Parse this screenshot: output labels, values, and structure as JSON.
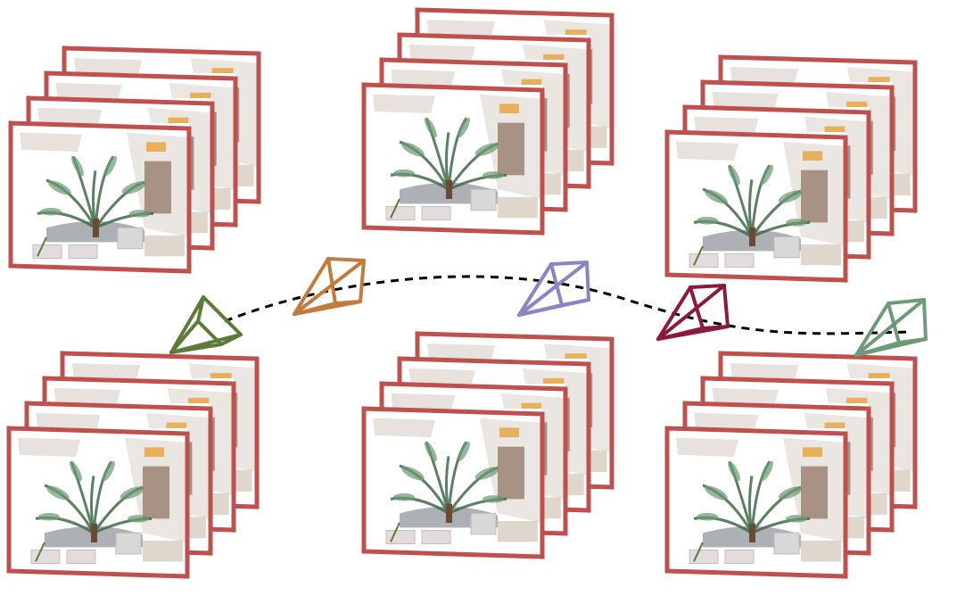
{
  "colors": {
    "frame_stroke": "#c0504d",
    "trajectory": "#000000",
    "background": "#ffffff",
    "cameras": [
      "#5c7a3a",
      "#c47a3a",
      "#8a86c4",
      "#8b1a3c",
      "#6e9a7a"
    ]
  },
  "scene": {
    "frame_stacks": 6,
    "frames_per_stack": 4,
    "cameras": 5,
    "trajectory_style": "dashed curve"
  }
}
